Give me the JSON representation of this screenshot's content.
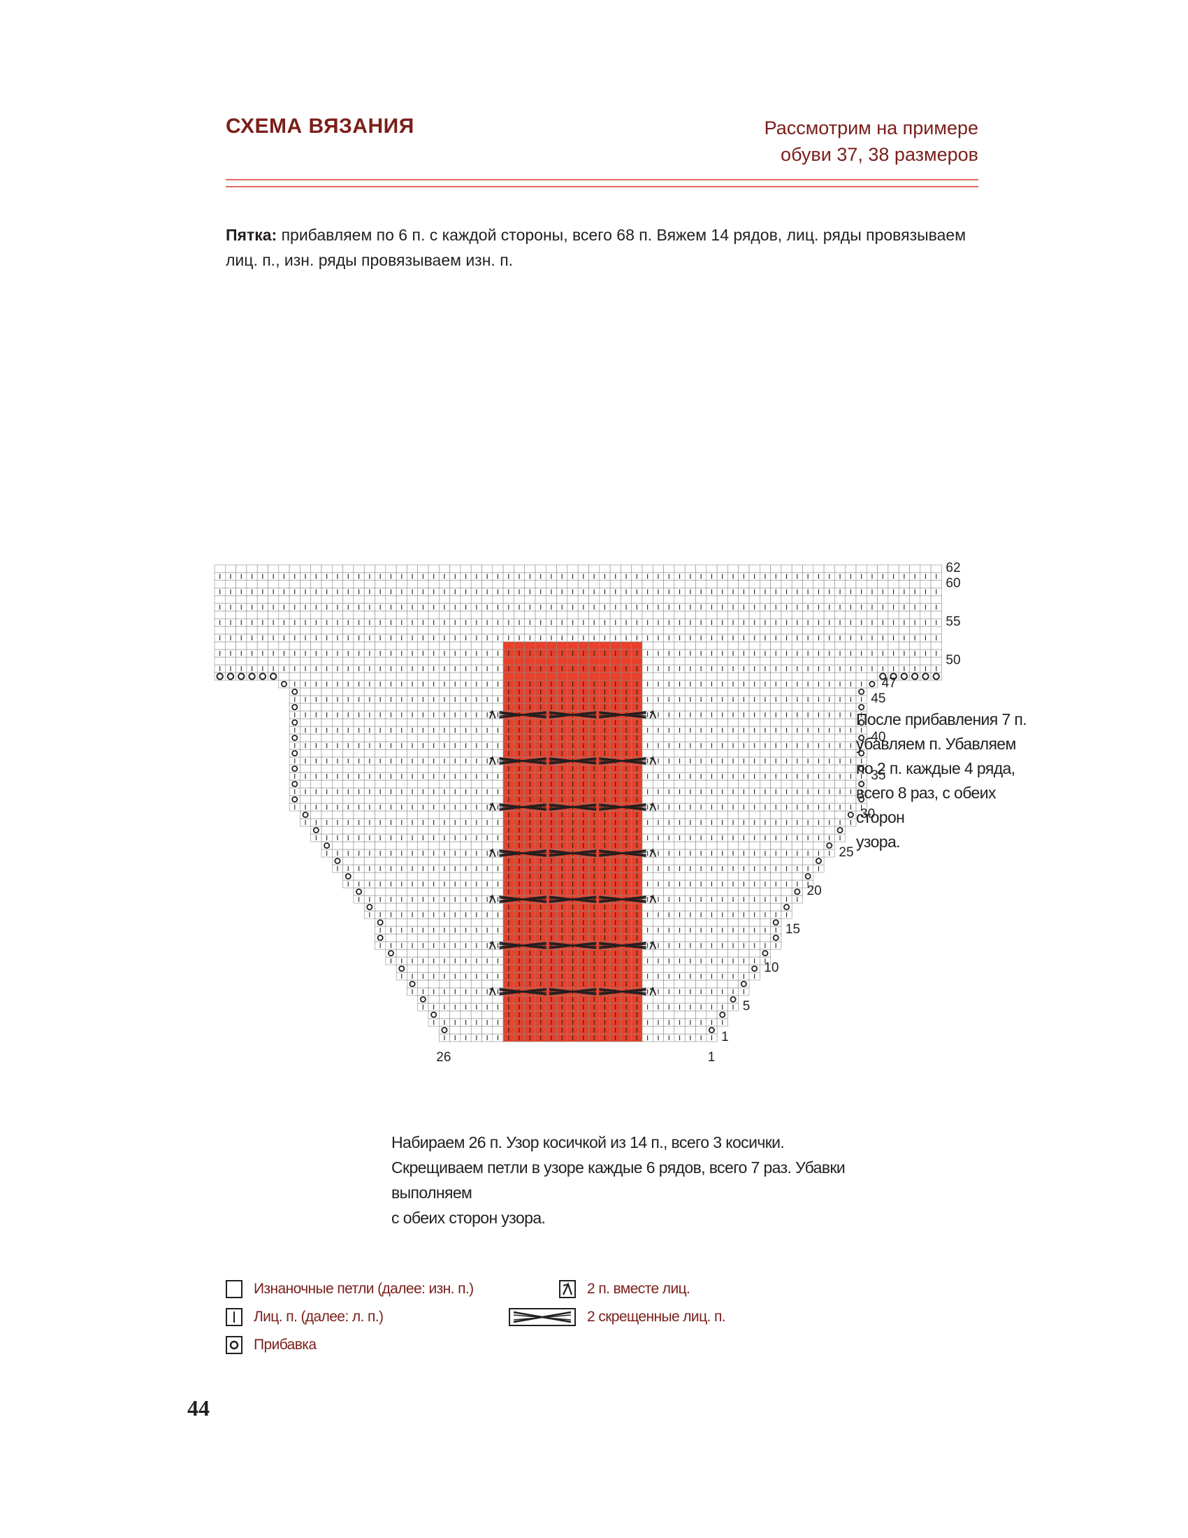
{
  "header": {
    "title": "СХЕМА ВЯЗАНИЯ",
    "subtitle_line1": "Рассмотрим на примере",
    "subtitle_line2": "обуви 37, 38 размеров"
  },
  "intro": {
    "lead": "Пятка:",
    "text": " прибавляем по 6 п. с каждой стороны, всего 68 п. Вяжем 14 рядов, лиц. ряды провязываем лиц. п., изн. ряды провязываем изн. п."
  },
  "chart_data": {
    "type": "knitting-chart",
    "cast_on_stitches": 26,
    "heel_width_stitches": 68,
    "total_rows": 62,
    "row_labels": [
      "1",
      "5",
      "10",
      "15",
      "20",
      "25",
      "30",
      "35",
      "40",
      "45",
      "47",
      "50",
      "55",
      "60",
      "62"
    ],
    "bottom_stitch_labels": [
      "26",
      "1"
    ],
    "cable_panel": {
      "stitches": 14,
      "cables": 3,
      "color": "#e8402a",
      "cross_every_rows": 6,
      "cross_count": 7
    },
    "colors": {
      "grid_line": "#8a8a8a",
      "cable": "#e8402a",
      "symbol": "#231f20"
    }
  },
  "side_note": {
    "lines": [
      "После прибавления 7 п.",
      "убавляем п. Убавляем",
      "по 2 п. каждые 4 ряда,",
      "всего 8 раз, с обеих сторон",
      "узора."
    ]
  },
  "bottom_note": {
    "line1": "Набираем 26 п. Узор косичкой из 14 п., всего 3 косички.",
    "line2": "Скрещиваем петли в узоре каждые 6 рядов, всего 7 раз. Убавки выполняем",
    "line3": "с обеих сторон узора."
  },
  "legend": {
    "purl": "Изнаночные петли (далее: изн. п.)",
    "knit": "Лиц. п. (далее: л. п.)",
    "increase": "Прибавка",
    "k2tog": "2 п. вместе лиц.",
    "cross": "2 скрещенные лиц. п."
  },
  "page_number": "44"
}
